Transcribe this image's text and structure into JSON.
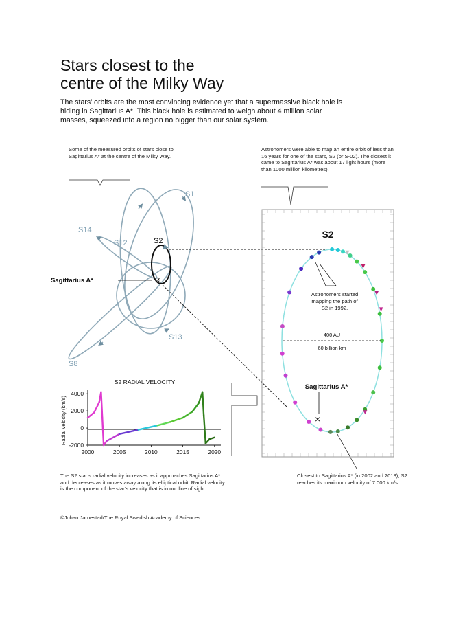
{
  "title": {
    "line1": "Stars closest to the",
    "line2": "centre of the Milky Way"
  },
  "intro": "The stars’ orbits are the most convincing evidence yet that a supermassive black hole is hiding in Sagittarius A*. This black hole is estimated to weigh about 4 million solar masses, squeezed into a region no bigger than our solar system.",
  "captions": {
    "orbits": "Some of the measured orbits of stars close to Sagittarius A* at the centre of the Milky Way.",
    "s2_orbit": "Astronomers were able to map an entire orbit of less than 16 years for one of the stars, S2 (or S-02). The closest it came to Sagittarius A* was about 17 light hours (more than 1000 million kilometres).",
    "radial_velocity": "The S2 star’s radial velocity increases as it approaches Sagittarius A* and decreases as it moves away along its elliptical orbit. Radial velocity is the component of the star’s velocity that is in our line of sight.",
    "closest": "Closest to Sagittarius A* (in 2002 and 2018), S2 reaches its maximum velocity of 7 000 km/s."
  },
  "orbit_labels": {
    "s12": "S12",
    "s1": "S1",
    "s14": "S14",
    "s2": "S2",
    "s13": "S13",
    "s8": "S8",
    "sgr": "Sagittarius A*"
  },
  "s2_panel": {
    "title": "S2",
    "note_line1": "Astronomers started",
    "note_line2": "mapping the path of",
    "note_line3": "S2 in 1992.",
    "scale_au": "400 AU",
    "scale_km": "60 billion km",
    "sgr": "Sagittarius A*"
  },
  "credit": "©Johan Jarnestad/The Royal Swedish Academy of Sciences",
  "colors": {
    "orbit": "#8fa9b8",
    "s2_orbit": "#7fd8d8",
    "magenta": "#e03ad0",
    "green_dark": "#2f7a1a"
  },
  "chart_data": {
    "type": "line",
    "title": "S2 RADIAL VELOCITY",
    "xlabel": "",
    "ylabel": "Radial velocity (km/s)",
    "xlim": [
      2000,
      2021
    ],
    "ylim": [
      -2000,
      4500
    ],
    "x_ticks": [
      "2000",
      "2005",
      "2010",
      "2015",
      "2020"
    ],
    "y_ticks": [
      "4000",
      "2000",
      "0",
      "-2000"
    ],
    "x": [
      2000,
      2001,
      2001.8,
      2002.1,
      2002.3,
      2002.5,
      2003,
      2005,
      2008,
      2011,
      2013,
      2015,
      2016.5,
      2017.5,
      2018.1,
      2018.3,
      2018.6,
      2019.2,
      2020
    ],
    "values": [
      1200,
      1800,
      3000,
      4200,
      1200,
      -2000,
      -1500,
      -700,
      -200,
      300,
      700,
      1200,
      1900,
      2900,
      4200,
      1500,
      -1800,
      -1300,
      -1100
    ]
  }
}
